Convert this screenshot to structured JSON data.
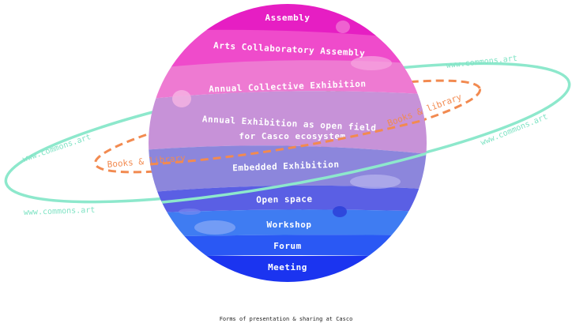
{
  "diagram": {
    "bands": [
      {
        "label": "Assembly",
        "color": "#e61ec3"
      },
      {
        "label": "Arts Collaboratory Assembly",
        "color": "#ef4bcb"
      },
      {
        "label": "Annual Collective Exhibition",
        "color": "#ee7ad2"
      },
      {
        "label": "Annual Exhibition as open field",
        "label2": "for Casco ecosystem",
        "color": "#c792d8"
      },
      {
        "label": "Embedded Exhibition",
        "color": "#8c86dc"
      },
      {
        "label": "Open space",
        "color": "#5a5fe4"
      },
      {
        "label": "Workshop",
        "color": "#3f7cf2"
      },
      {
        "label": "Forum",
        "color": "#2a58f4"
      },
      {
        "label": "Meeting",
        "color": "#1b34f0"
      }
    ],
    "outer_ring": {
      "label": "www.commons.art",
      "color": "#7fe3c4"
    },
    "inner_ring": {
      "label": "Books & library",
      "color": "#f28a50"
    },
    "caption": "Forms of presentation & sharing at Casco"
  }
}
